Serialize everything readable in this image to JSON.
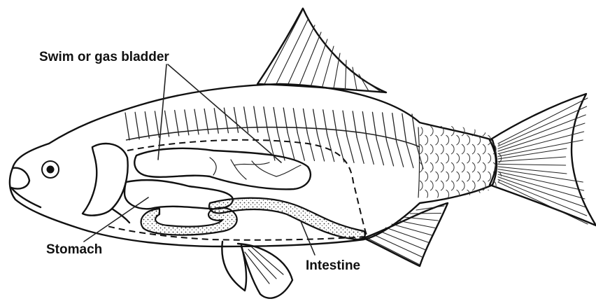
{
  "labels": {
    "swim_bladder": "Swim or gas bladder",
    "stomach": "Stomach",
    "intestine": "Intestine"
  },
  "colors": {
    "outline": "#111111",
    "background": "#ffffff"
  }
}
